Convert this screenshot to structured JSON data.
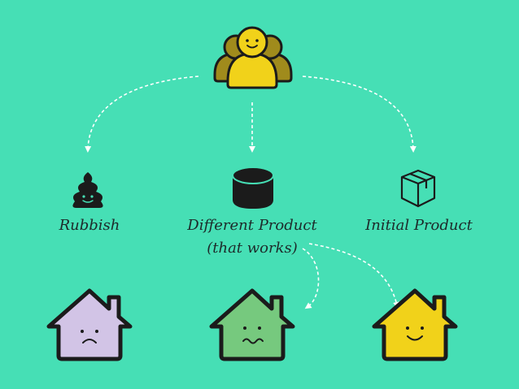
{
  "diagram": {
    "background": "#46dfb5",
    "user_group": {
      "icon": "user-group-icon",
      "front_color": "#f1d21a",
      "back_color": "#a08b1c"
    },
    "products": [
      {
        "label": "Rubbish",
        "icon": "poop-icon"
      },
      {
        "label_line1": "Different Product",
        "label_line2": "(that works)",
        "icon": "cylinder-icon"
      },
      {
        "label": "Initial Product",
        "icon": "package-icon"
      }
    ],
    "houses": [
      {
        "icon": "sad-house-icon",
        "color": "#d2c4e6",
        "mood": "sad"
      },
      {
        "icon": "queasy-house-icon",
        "color": "#76c97e",
        "mood": "queasy"
      },
      {
        "icon": "happy-house-icon",
        "color": "#f1d21a",
        "mood": "happy"
      }
    ]
  }
}
